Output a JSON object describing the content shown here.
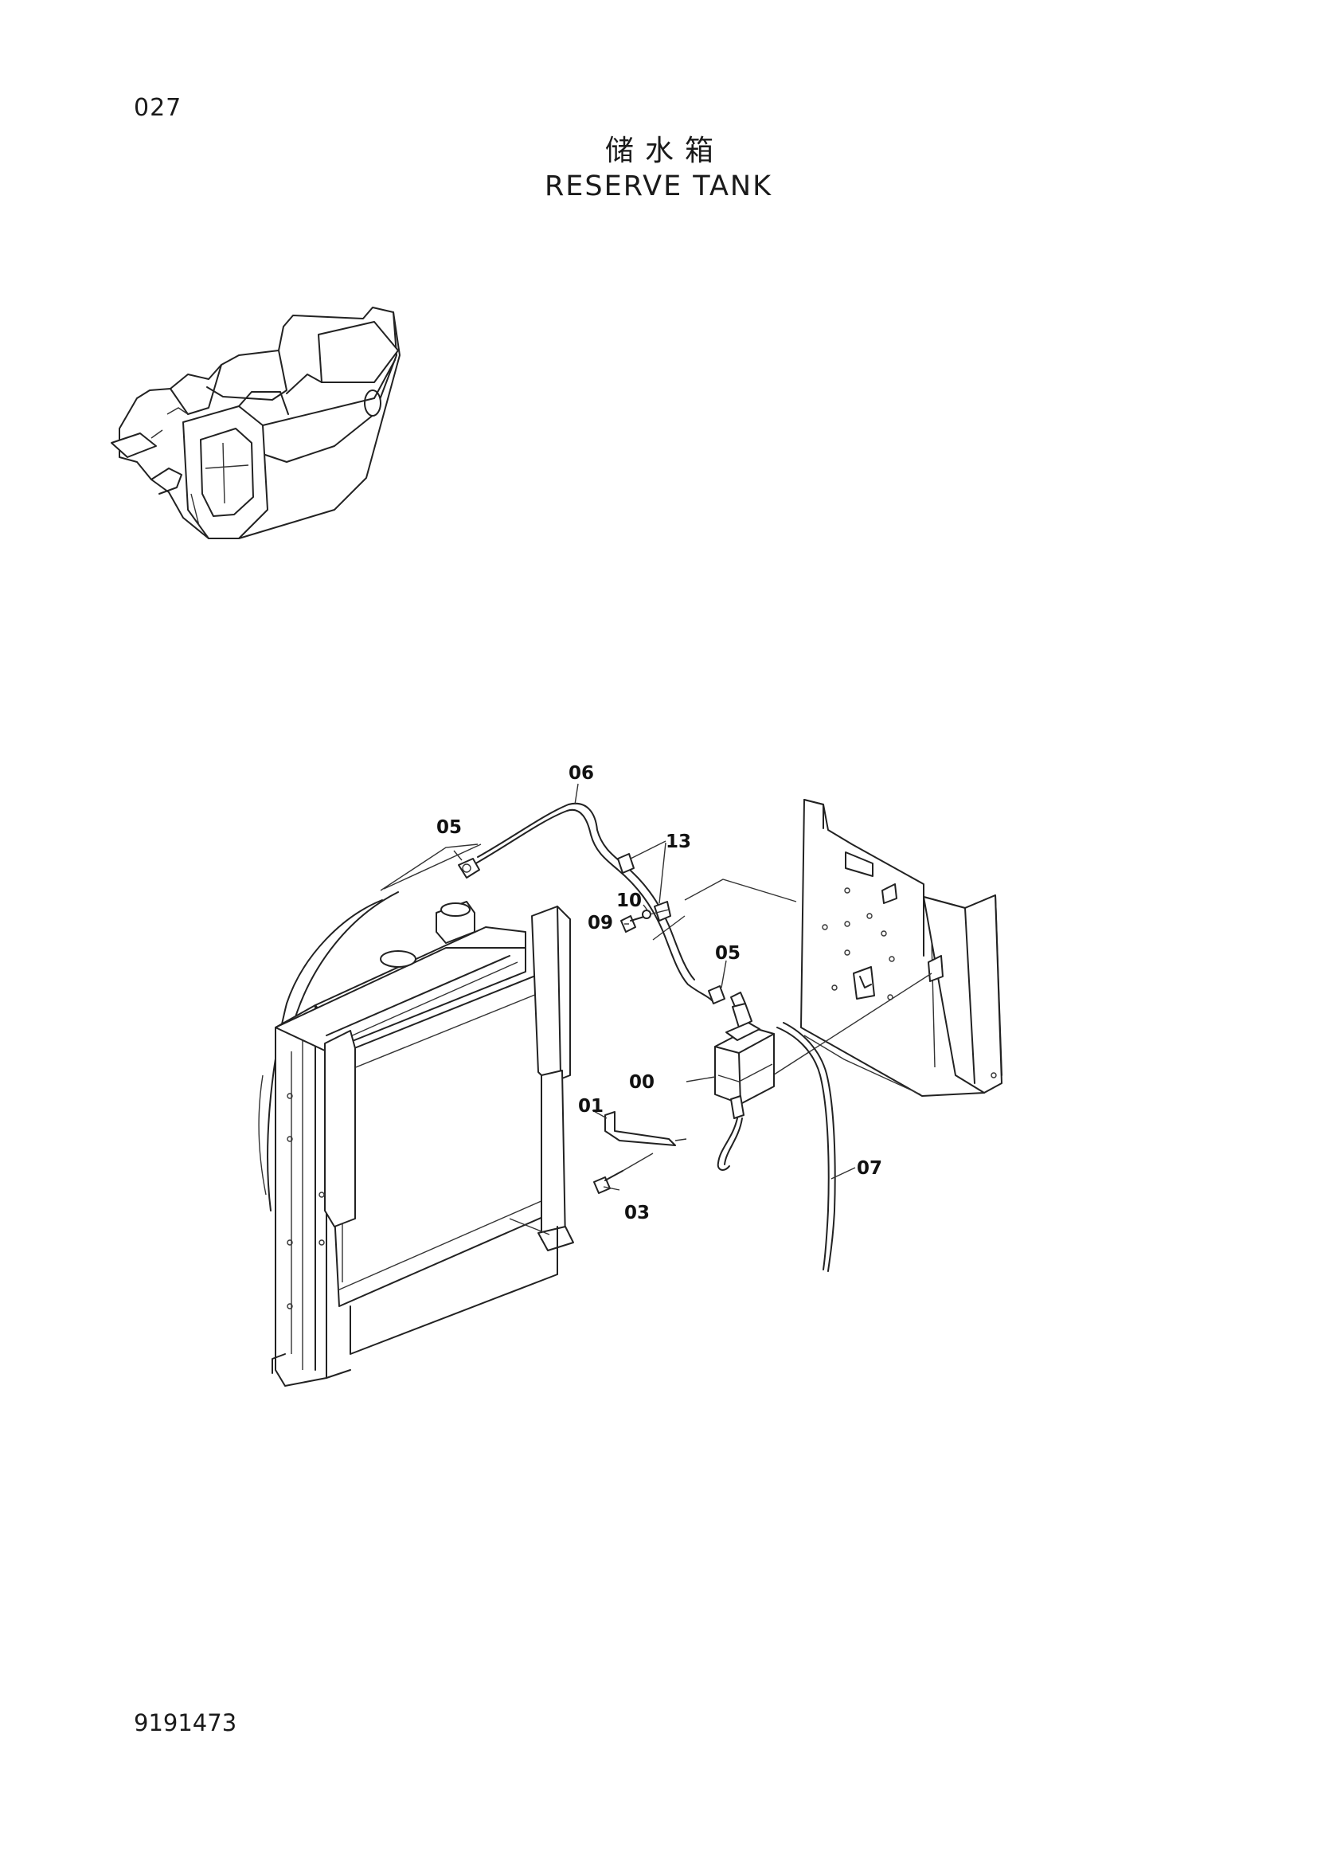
{
  "header": {
    "page_number": "027",
    "title_cn": "储水箱",
    "title_en": "RESERVE TANK"
  },
  "footer": {
    "doc_number": "9191473"
  },
  "callouts": {
    "c00": "00",
    "c01": "01",
    "c03": "03",
    "c05a": "05",
    "c05b": "05",
    "c06": "06",
    "c07": "07",
    "c09": "09",
    "c10": "10",
    "c13": "13"
  }
}
